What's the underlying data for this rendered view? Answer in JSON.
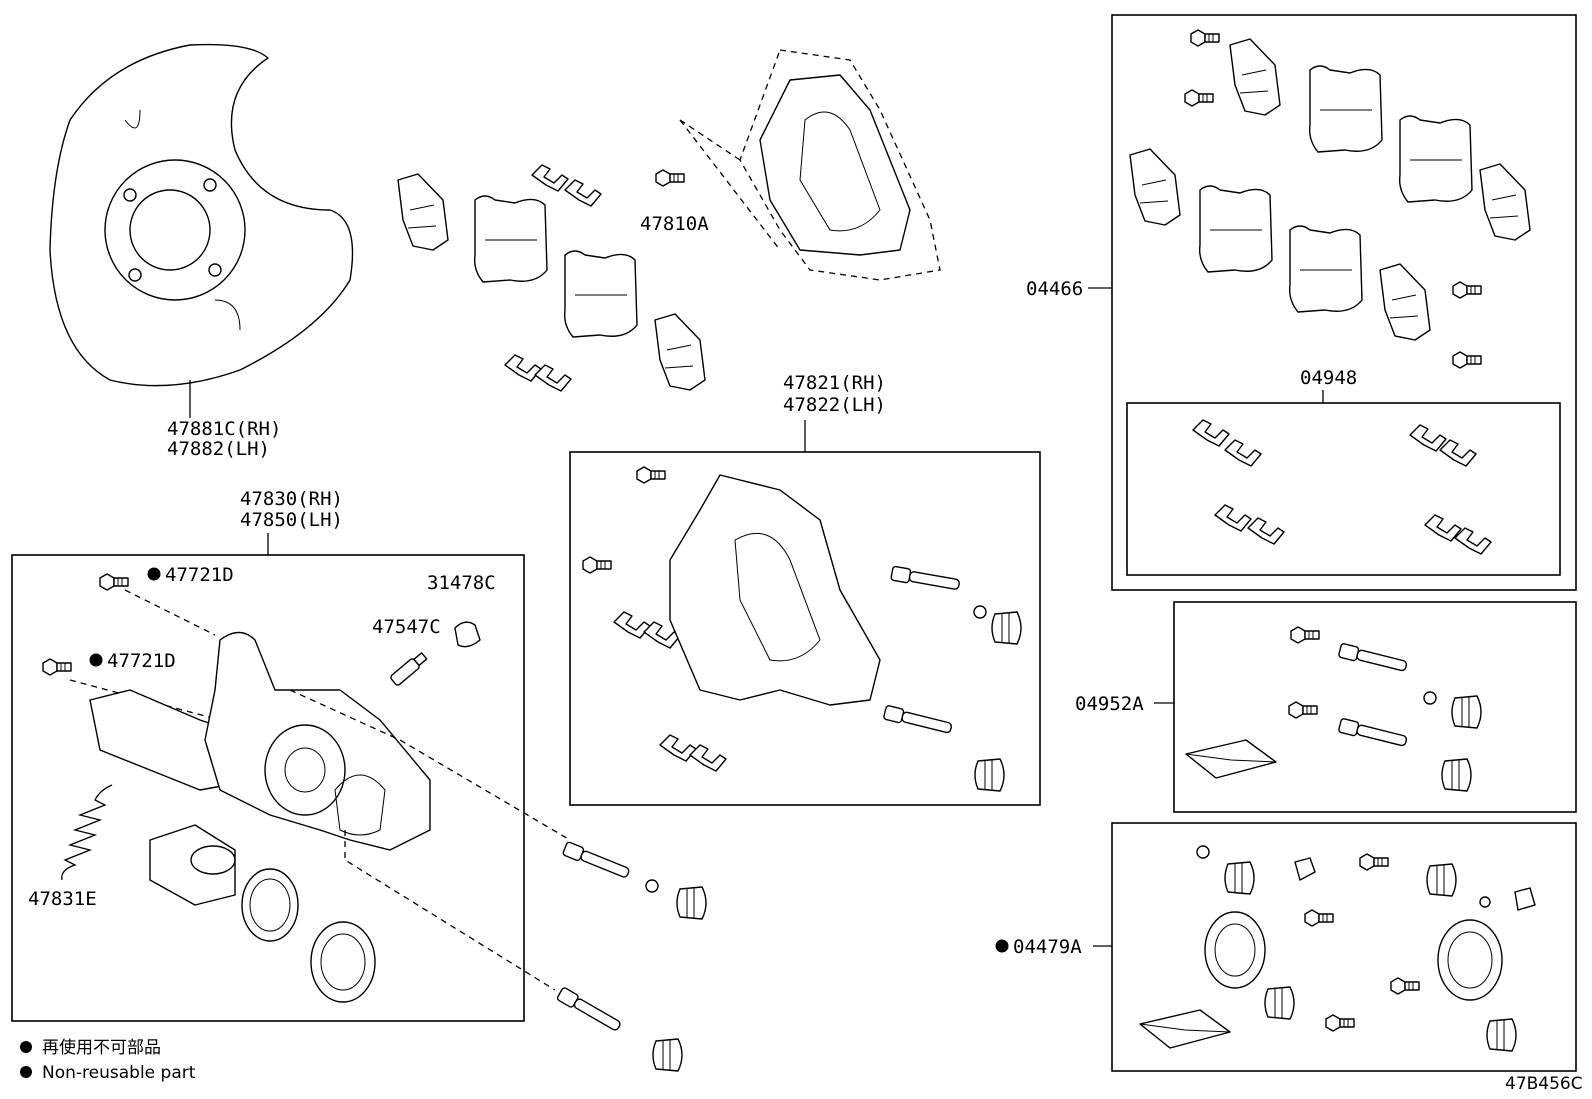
{
  "labels": {
    "dust_cover": [
      "47881C(RH)",
      "47882(LH)"
    ],
    "caliper_assy": [
      "47830(RH)",
      "47850(LH)"
    ],
    "mounting": [
      "47821(RH)",
      "47822(LH)"
    ],
    "bolt_47810A": "47810A",
    "kit_04466": "04466",
    "kit_04948": "04948",
    "kit_04952A": "04952A",
    "kit_04479A": "04479A",
    "bolt_47721D_a": "47721D",
    "bolt_47721D_b": "47721D",
    "cap_31478C": "31478C",
    "bleeder_47547C": "47547C",
    "spring_47831E": "47831E"
  },
  "legend": {
    "line1": "再使用不可部品",
    "line2": "Non-reusable part"
  },
  "figure_code": "47B456C"
}
